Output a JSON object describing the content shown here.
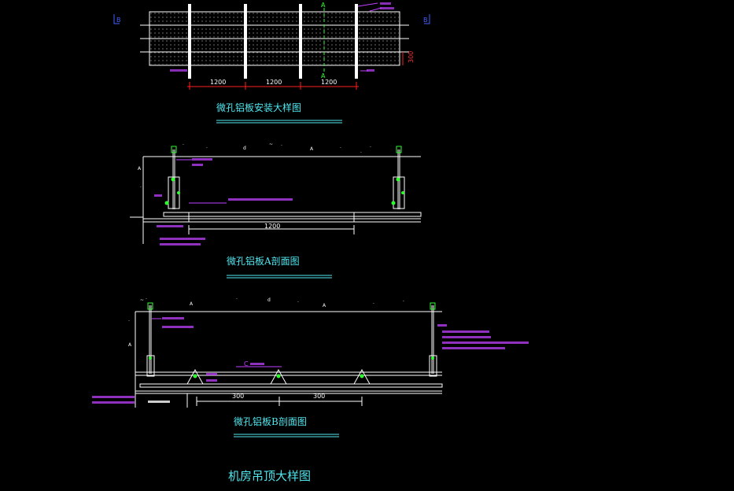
{
  "sections": {
    "plan": {
      "title": "微孔铝板安装大样图",
      "dims": [
        "1200",
        "1200",
        "1200"
      ],
      "side_dim": "300",
      "section_mark_top": "A",
      "section_mark_bottom": "A",
      "left_mark": "B",
      "right_mark": "B"
    },
    "section_a": {
      "title": "微孔铝板A剖面图",
      "dim": "1200"
    },
    "section_b": {
      "title": "微孔铝板B剖面图",
      "dims": [
        "300",
        "300"
      ],
      "label_c": "C"
    }
  },
  "main_title": "机房吊顶大样图",
  "colors": {
    "background": "#000000",
    "lines": "#ffffff",
    "titles": "#4fe8f0",
    "annotations": "#c040ff",
    "dimension_lines": "#ff2020",
    "hangers": "#30ff30"
  }
}
